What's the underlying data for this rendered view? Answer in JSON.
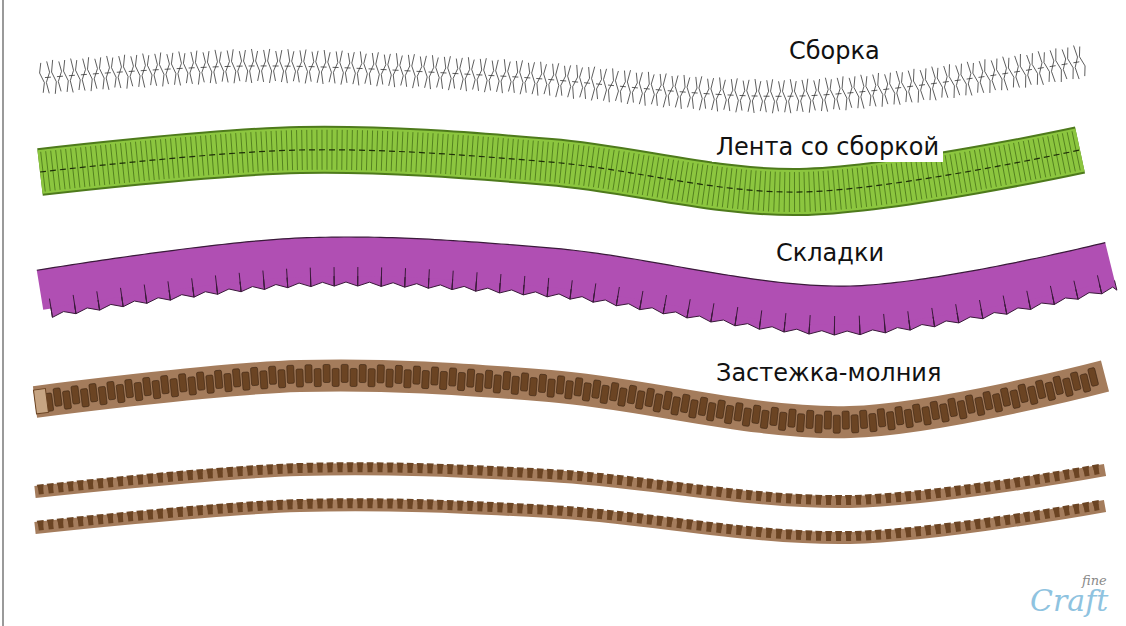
{
  "diagram": {
    "labels": [
      "Сборка",
      "Лента со сборкой",
      "Складки",
      "Застежка-молния",
      "fine",
      "Craft"
    ]
  }
}
